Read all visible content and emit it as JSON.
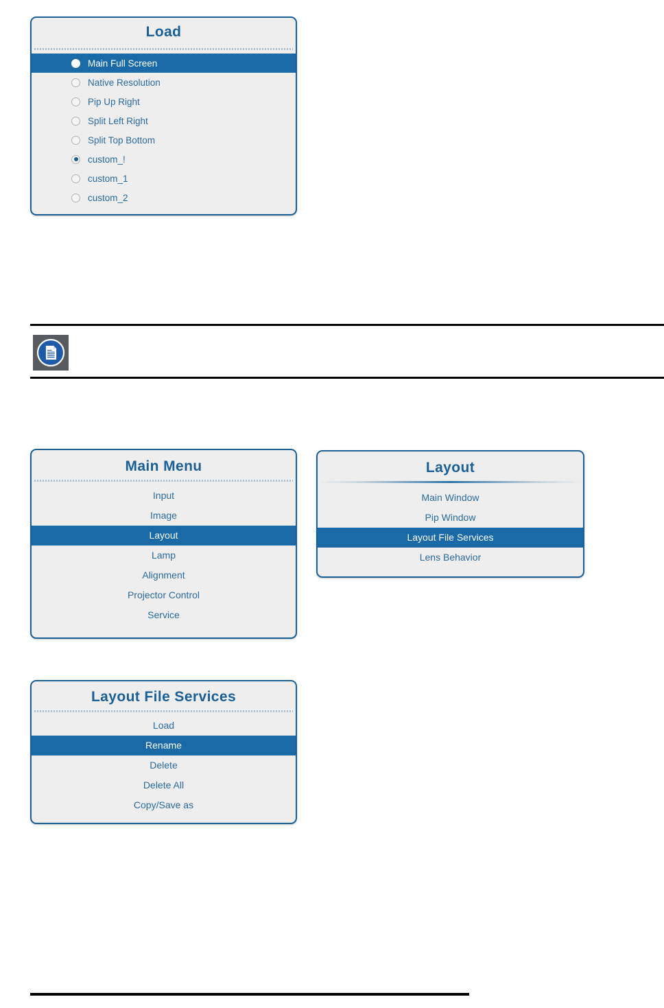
{
  "colors": {
    "panel_bg": "#eeeeee",
    "panel_border": "#1a5f96",
    "title_text": "#1a5f96",
    "item_text": "#2b6a9c",
    "highlight_bg": "#1a6aa8",
    "highlight_text": "#ffffff",
    "separator_dotted": "#a8bfd0",
    "note_icon_bg": "#575b5f",
    "note_icon_circle": "#1f5aa8",
    "rule": "#000000"
  },
  "load_panel": {
    "title": "Load",
    "separator": "dotted",
    "items": [
      {
        "label": "Main Full Screen",
        "radio": "filled",
        "selected": true
      },
      {
        "label": "Native Resolution",
        "radio": "empty",
        "selected": false
      },
      {
        "label": "Pip Up Right",
        "radio": "empty",
        "selected": false
      },
      {
        "label": "Split Left Right",
        "radio": "empty",
        "selected": false
      },
      {
        "label": "Split Top Bottom",
        "radio": "empty",
        "selected": false
      },
      {
        "label": "custom_!",
        "radio": "dot",
        "selected": false
      },
      {
        "label": "custom_1",
        "radio": "empty",
        "selected": false
      },
      {
        "label": "custom_2",
        "radio": "empty",
        "selected": false
      }
    ]
  },
  "note_block": {
    "icon": "note-document-icon",
    "text": ""
  },
  "main_menu_panel": {
    "title": "Main Menu",
    "separator": "dotted",
    "items": [
      {
        "label": "Input",
        "selected": false
      },
      {
        "label": "Image",
        "selected": false
      },
      {
        "label": "Layout",
        "selected": true
      },
      {
        "label": "Lamp",
        "selected": false
      },
      {
        "label": "Alignment",
        "selected": false
      },
      {
        "label": "Projector Control",
        "selected": false
      },
      {
        "label": "Service",
        "selected": false
      }
    ]
  },
  "layout_panel": {
    "title": "Layout",
    "separator": "gradient",
    "items": [
      {
        "label": "Main Window",
        "selected": false
      },
      {
        "label": "Pip Window",
        "selected": false
      },
      {
        "label": "Layout File Services",
        "selected": true
      },
      {
        "label": "Lens Behavior",
        "selected": false
      }
    ]
  },
  "layout_file_services_panel": {
    "title": "Layout File Services",
    "separator": "dotted",
    "items": [
      {
        "label": "Load",
        "selected": false
      },
      {
        "label": "Rename",
        "selected": true
      },
      {
        "label": "Delete",
        "selected": false
      },
      {
        "label": "Delete All",
        "selected": false
      },
      {
        "label": "Copy/Save as",
        "selected": false
      }
    ]
  }
}
